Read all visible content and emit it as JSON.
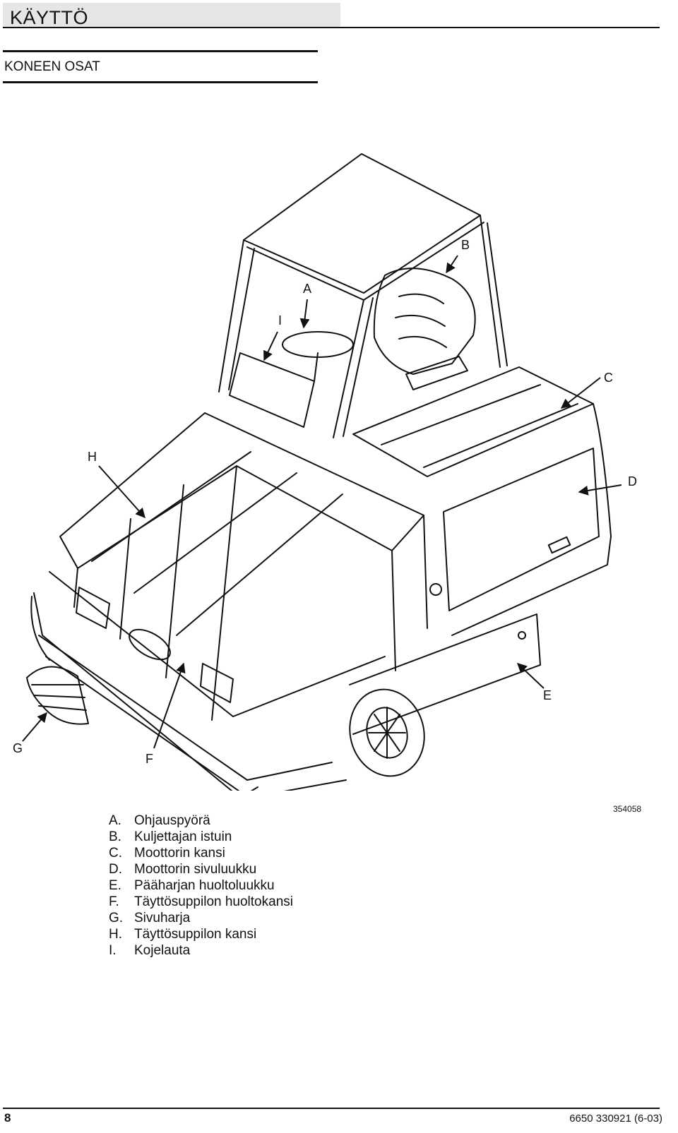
{
  "header": {
    "title": "KÄYTTÖ"
  },
  "section": {
    "title": "KONEEN OSAT"
  },
  "figure": {
    "image_id": "354058",
    "callouts": {
      "A": "A",
      "B": "B",
      "C": "C",
      "D": "D",
      "E": "E",
      "F": "F",
      "G": "G",
      "H": "H",
      "I": "I"
    }
  },
  "legend": [
    {
      "key": "A.",
      "label": "Ohjauspyörä"
    },
    {
      "key": "B.",
      "label": "Kuljettajan istuin"
    },
    {
      "key": "C.",
      "label": "Moottorin kansi"
    },
    {
      "key": "D.",
      "label": "Moottorin sivuluukku"
    },
    {
      "key": "E.",
      "label": "Pääharjan huoltoluukku"
    },
    {
      "key": "F.",
      "label": "Täyttösuppilon huoltokansi"
    },
    {
      "key": "G.",
      "label": "Sivuharja"
    },
    {
      "key": "H.",
      "label": "Täyttösuppilon kansi"
    },
    {
      "key": "I.",
      "label": "Kojelauta"
    }
  ],
  "footer": {
    "page_number": "8",
    "doc_code": "6650 330921 (6-03)"
  }
}
